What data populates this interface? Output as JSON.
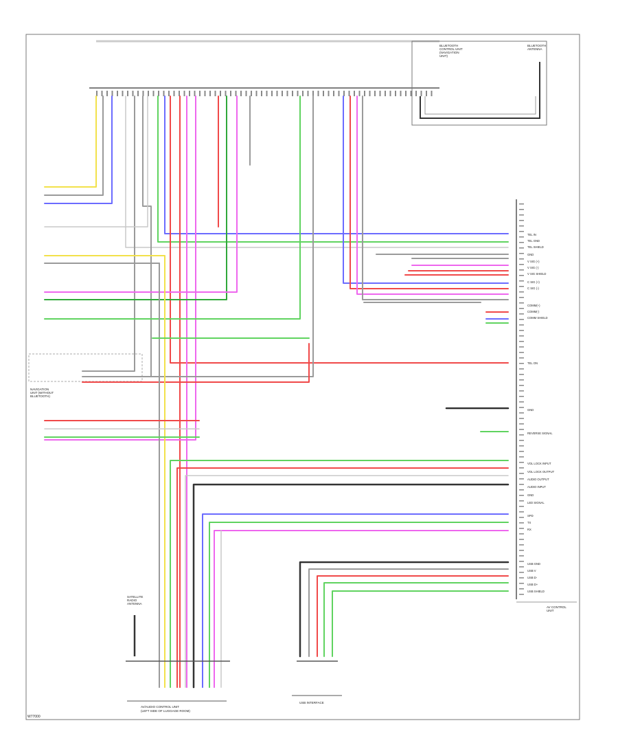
{
  "footer_code": "W77000",
  "wire_colors": {
    "yellow": "#f2e14a",
    "blue": "#6b6bff",
    "green": "#5fd35f",
    "dark_green": "#2fa83a",
    "red": "#f04848",
    "magenta": "#ee66ee",
    "gray": "#9a9a9a",
    "black": "#333333",
    "light_gray": "#c8c8c8"
  },
  "labels": {
    "top_right_component": "BLUETOOTH\nCONTROL UNIT\n(NAVIGATION\nUNIT)",
    "top_right_connector": "BLUETOOTH\nANTENNA",
    "left_component": "NAVIGATION\nUNIT (WITHOUT\nBLUETOOTH)",
    "av_control_unit": "AV CONTROL\nUNIT",
    "bottom_left_connector": "SATELLITE\nRADIO\nANTENNA",
    "bottom_center_component": "AV/AUDIO CONTROL UNIT\n(LEFT SIDE OF LUGGAGE ROOM)",
    "usb_interface": "USB INTERFACE",
    "right_pins": [
      "TEL IN",
      "TEL GND",
      "TEL SHIELD",
      "GND",
      "V SIG (+)",
      "V SIG (-)",
      "V SIG SHIELD",
      "C SIG (+)",
      "C SIG (-)",
      "COMM(+)",
      "COMM(-)",
      "COMM SHIELD",
      "TEL ON",
      "GND",
      "REVERSE SIGNAL",
      "VOL LOCK INPUT",
      "VOL LOCK OUTPUT",
      "AUDIO OUTPUT",
      "AUDIO INPUT",
      "GND",
      "LED SIGNAL",
      "SPD",
      "TX",
      "RX",
      "USB GND",
      "USB V",
      "USB D-",
      "USB D+",
      "USB SHIELD"
    ]
  }
}
